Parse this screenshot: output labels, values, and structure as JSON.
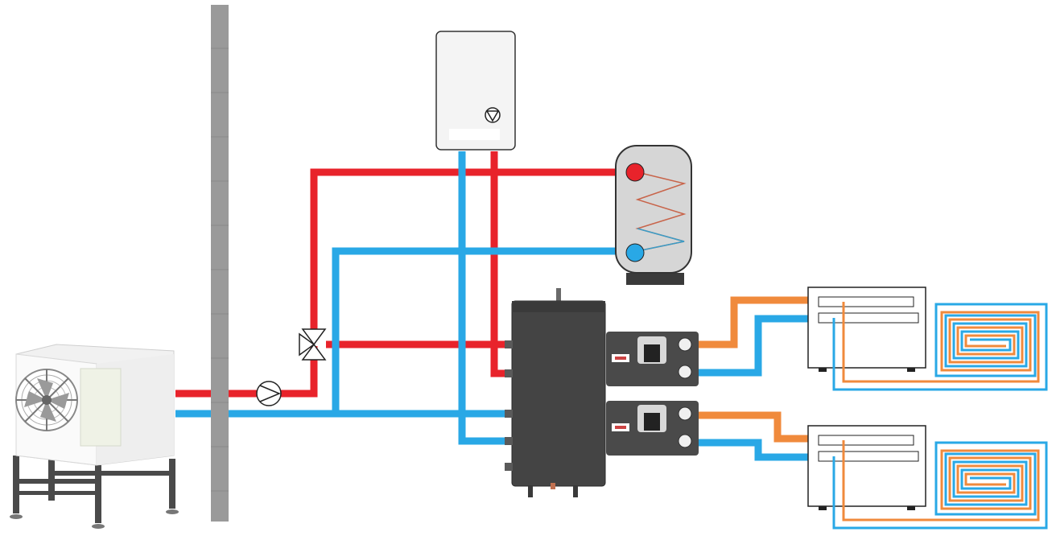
{
  "diagram": {
    "type": "heat-pump-hydraulic-schematic",
    "components": [
      {
        "id": "heat-pump-outdoor-unit",
        "icon": "fan-icon"
      },
      {
        "id": "wall",
        "icon": "wall"
      },
      {
        "id": "circulation-pump",
        "icon": "pump-icon"
      },
      {
        "id": "three-way-valve",
        "icon": "valve-icon"
      },
      {
        "id": "wall-mounted-boiler",
        "icon": "boiler-icon"
      },
      {
        "id": "hot-water-cylinder",
        "icon": "cylinder-icon"
      },
      {
        "id": "buffer-tank",
        "icon": "tank-icon"
      },
      {
        "id": "pump-group-1",
        "icon": "pump-group-icon"
      },
      {
        "id": "pump-group-2",
        "icon": "pump-group-icon"
      },
      {
        "id": "underfloor-manifold-1",
        "icon": "manifold-icon"
      },
      {
        "id": "underfloor-manifold-2",
        "icon": "manifold-icon"
      }
    ],
    "colors": {
      "supply": "#e8232b",
      "return": "#29a8e6",
      "floor_supply": "#f08a3c",
      "wall": "#9a9a9a",
      "tank": "#444444"
    }
  }
}
